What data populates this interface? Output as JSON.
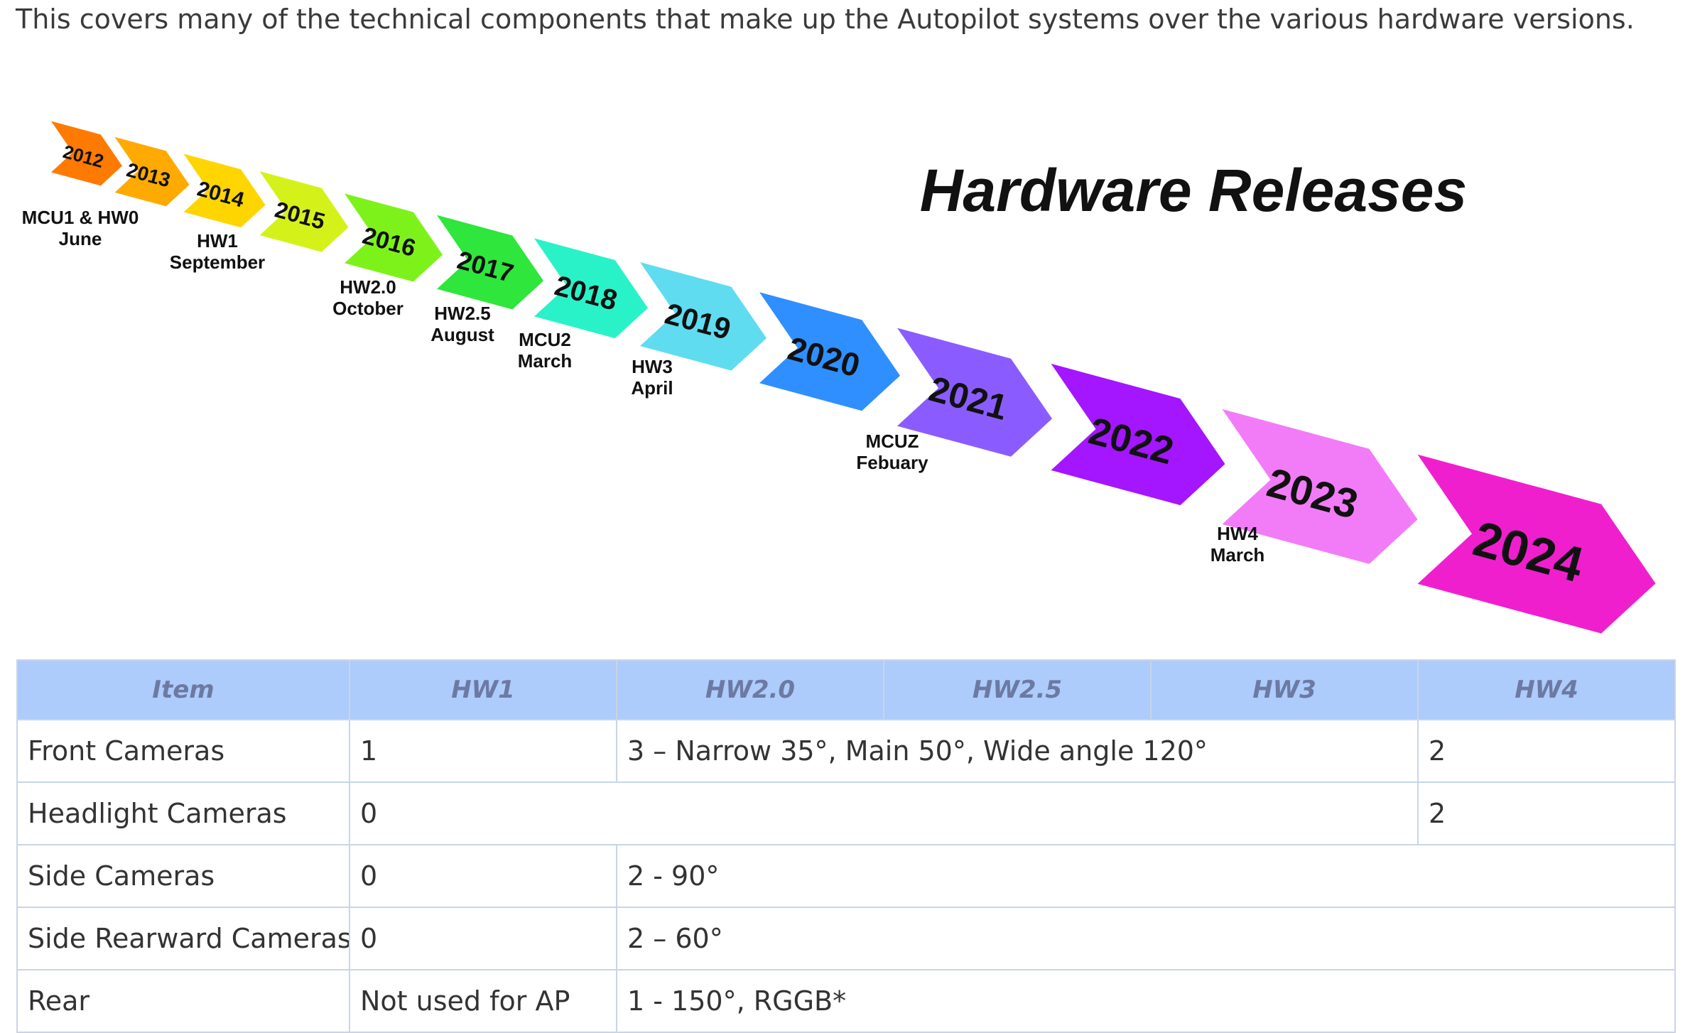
{
  "intro_text": "This covers many of the technical components that make up the Autopilot systems over the various hardware versions.",
  "timeline": {
    "title": "Hardware Releases",
    "years": [
      {
        "label": "2012",
        "color": "#ff7a00"
      },
      {
        "label": "2013",
        "color": "#ffaa00"
      },
      {
        "label": "2014",
        "color": "#ffd500"
      },
      {
        "label": "2015",
        "color": "#d4f21a"
      },
      {
        "label": "2016",
        "color": "#7df21a"
      },
      {
        "label": "2017",
        "color": "#2ee63c"
      },
      {
        "label": "2018",
        "color": "#2af2c8"
      },
      {
        "label": "2019",
        "color": "#5fdcf0"
      },
      {
        "label": "2020",
        "color": "#2f8fff"
      },
      {
        "label": "2021",
        "color": "#8a5cff"
      },
      {
        "label": "2022",
        "color": "#a316ff"
      },
      {
        "label": "2023",
        "color": "#f27cf7"
      },
      {
        "label": "2024",
        "color": "#f01fce"
      }
    ],
    "annotations": [
      {
        "line1": "MCU1 & HW0",
        "line2": "June"
      },
      {
        "line1": "HW1",
        "line2": "September"
      },
      {
        "line1": "HW2.0",
        "line2": "October"
      },
      {
        "line1": "HW2.5",
        "line2": "August"
      },
      {
        "line1": "MCU2",
        "line2": "March"
      },
      {
        "line1": "HW3",
        "line2": "April"
      },
      {
        "line1": "MCUZ",
        "line2": "Febuary"
      },
      {
        "line1": "HW4",
        "line2": "March"
      }
    ]
  },
  "table": {
    "headers": [
      "Item",
      "HW1",
      "HW2.0",
      "HW2.5",
      "HW3",
      "HW4"
    ],
    "rows": [
      {
        "item": "Front Cameras",
        "hw1": "1",
        "hw2_3": "3 – Narrow 35°, Main 50°, Wide angle 120°",
        "hw4": "2"
      },
      {
        "item": "Headlight Cameras",
        "hw1_3": "0",
        "hw4": "2"
      },
      {
        "item": "Side Cameras",
        "hw1": "0",
        "hw2_4": "2 - 90°"
      },
      {
        "item": "Side Rearward Cameras",
        "hw1": "0",
        "hw2_4": "2 – 60°"
      },
      {
        "item": "Rear",
        "hw1": "Not used for AP",
        "hw2_4": "1 - 150°, RGGB*"
      }
    ]
  }
}
